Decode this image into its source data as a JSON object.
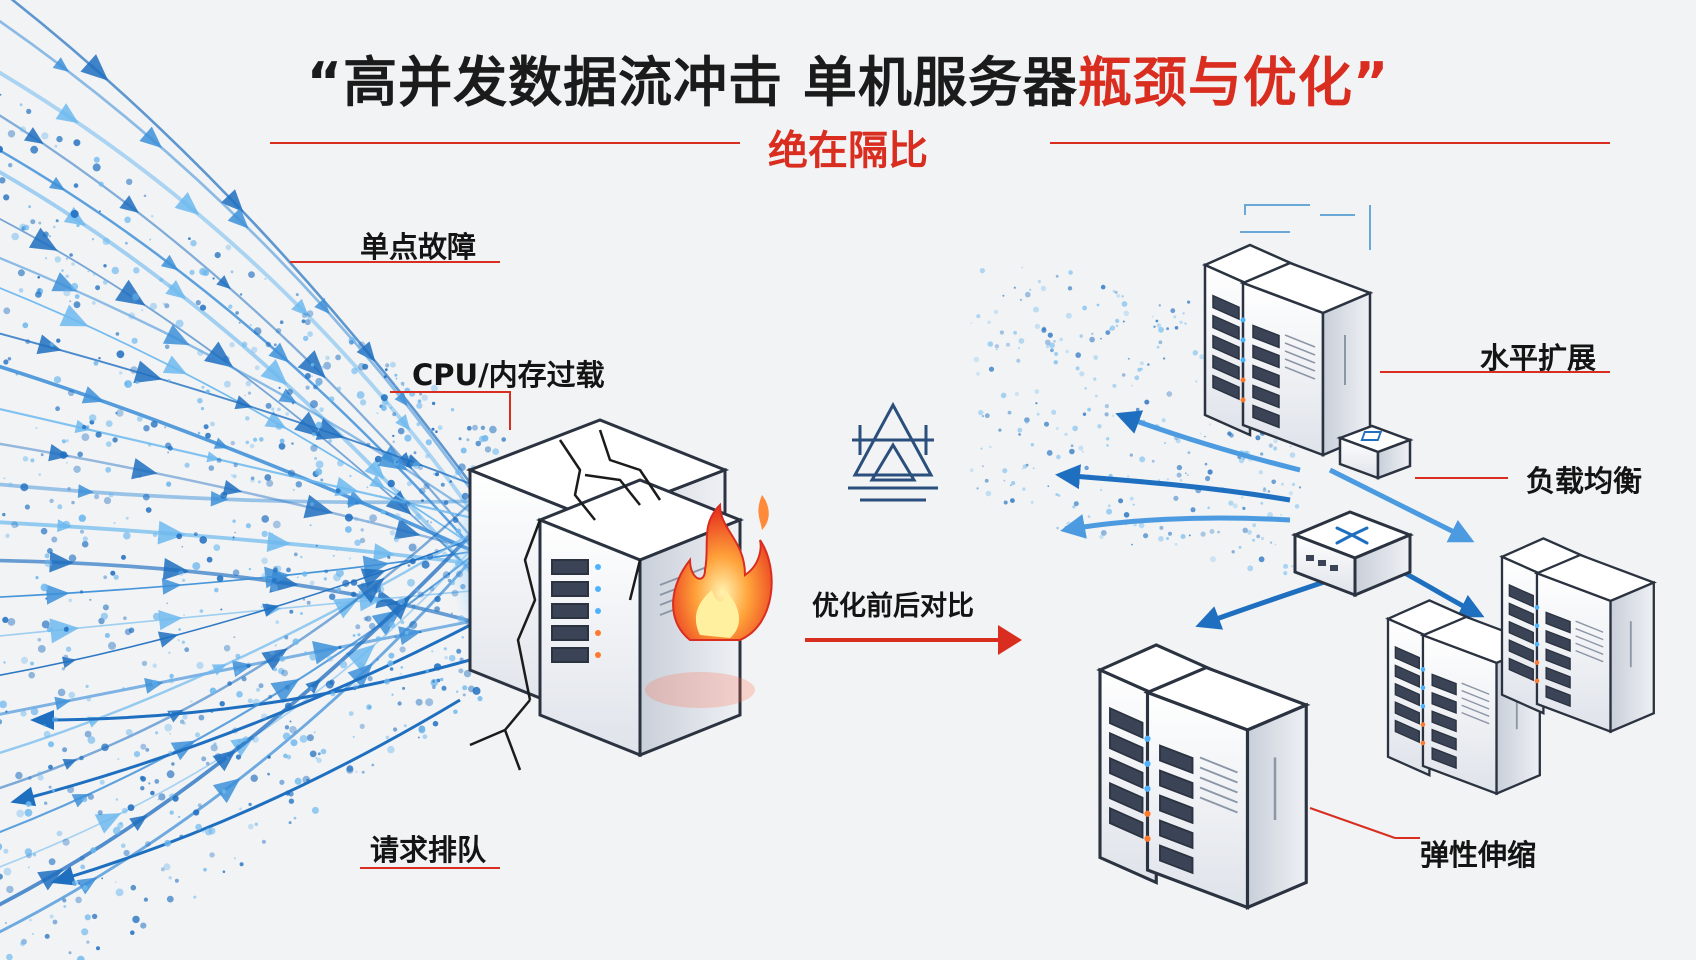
{
  "header": {
    "title_main": "“高并发数据流冲击 单机服务器",
    "title_accent": "瓶颈与优化”",
    "subtitle": "绝在隔比"
  },
  "left_callouts": {
    "single_point": "单点故障",
    "overload": "CPU/内存过载",
    "queue": "请求排队"
  },
  "center": {
    "compare_label": "优化前后对比"
  },
  "right_callouts": {
    "horizontal": "水平扩展",
    "balance": "负载均衡",
    "elastic": "弹性伸缩"
  },
  "colors": {
    "accent_red": "#d92d20",
    "stream_blue": "#1f6fc0",
    "light_blue": "#5aaee8",
    "server_white": "#f7f8fa",
    "outline": "#2b3240"
  },
  "icons": [
    "data-stream-arrows",
    "cracked-server-icon",
    "fire-icon",
    "balance-triangle-icon",
    "right-arrow-icon",
    "server-rack-icon",
    "load-balancer-icon"
  ]
}
